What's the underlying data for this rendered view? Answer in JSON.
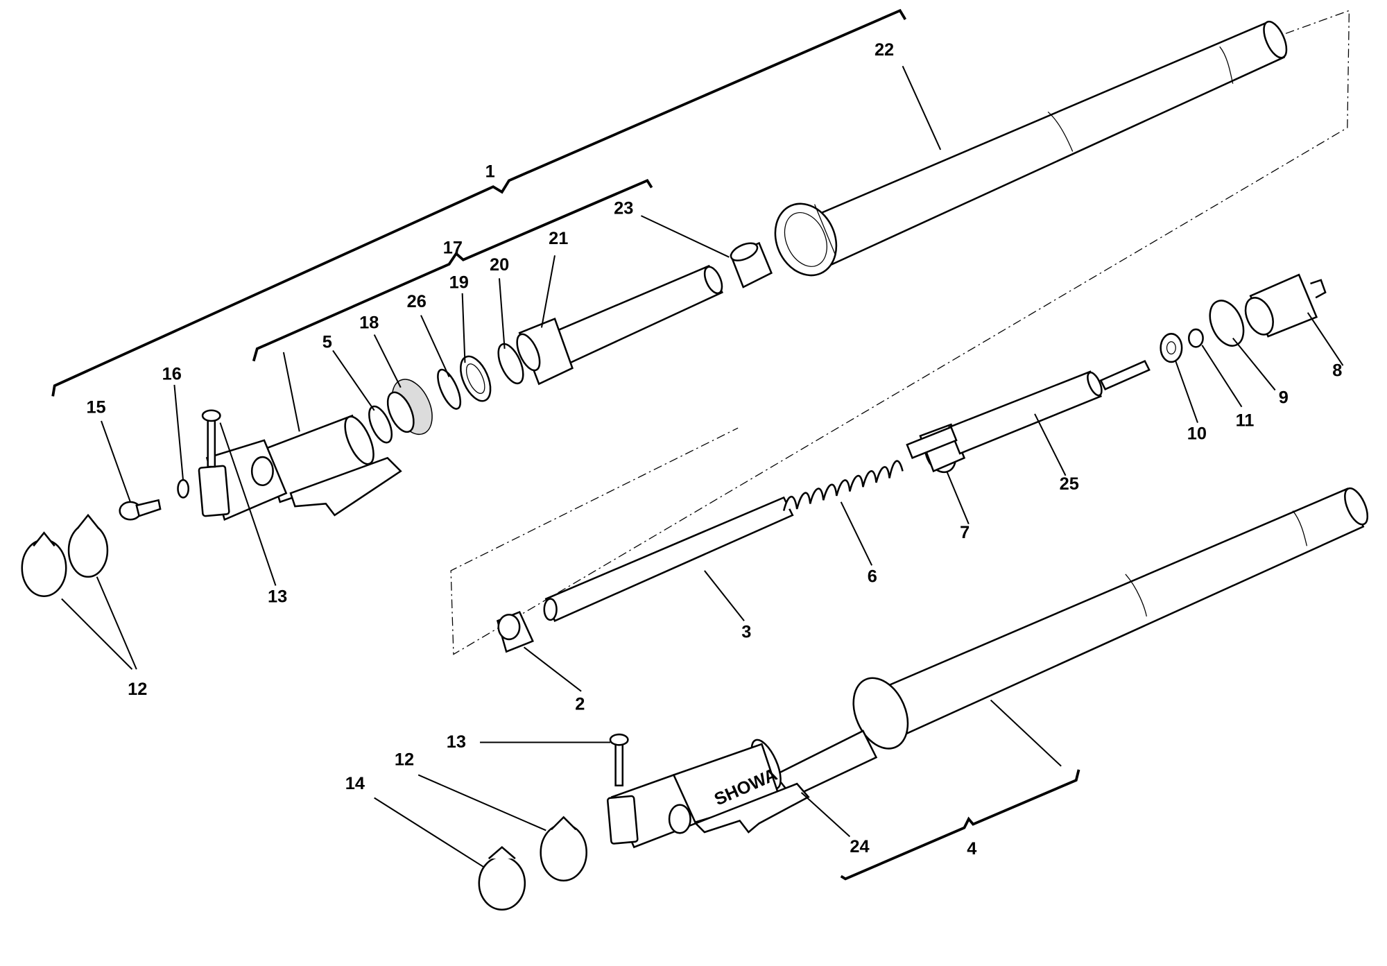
{
  "labels": {
    "l1": "1",
    "l2": "2",
    "l3": "3",
    "l4": "4",
    "l5": "5",
    "l6": "6",
    "l7": "7",
    "l8": "8",
    "l9": "9",
    "l10": "10",
    "l11": "11",
    "l12a": "12",
    "l12b": "12",
    "l13a": "13",
    "l13b": "13",
    "l14": "14",
    "l15": "15",
    "l16": "16",
    "l17": "17",
    "l18": "18",
    "l19": "19",
    "l20": "20",
    "l21": "21",
    "l22": "22",
    "l23": "23",
    "l24": "24",
    "l25": "25",
    "l26": "26"
  },
  "brand": {
    "stanchion_logo": "SHOWA"
  }
}
